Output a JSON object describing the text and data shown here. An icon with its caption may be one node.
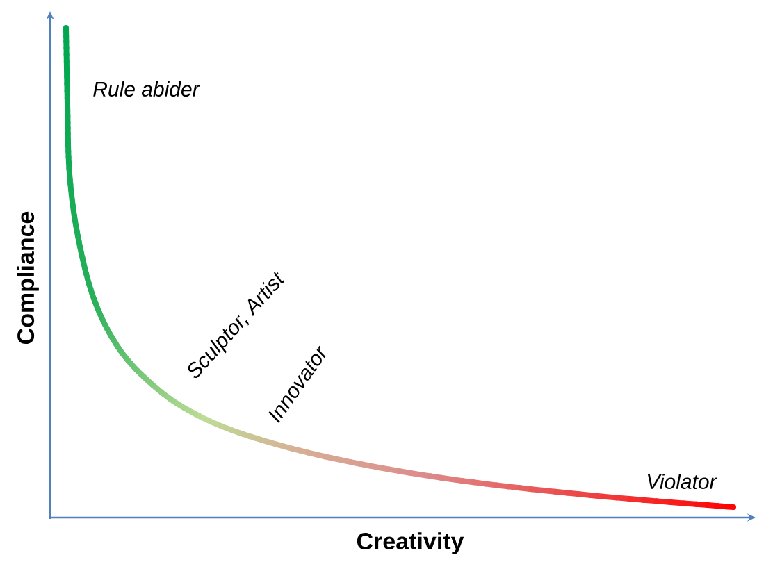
{
  "diagram": {
    "labels": [
      "Rule abider",
      "Sculptor, Artist",
      "Innovator",
      "Violator",
      "Compliance",
      "Creativity"
    ]
  }
}
